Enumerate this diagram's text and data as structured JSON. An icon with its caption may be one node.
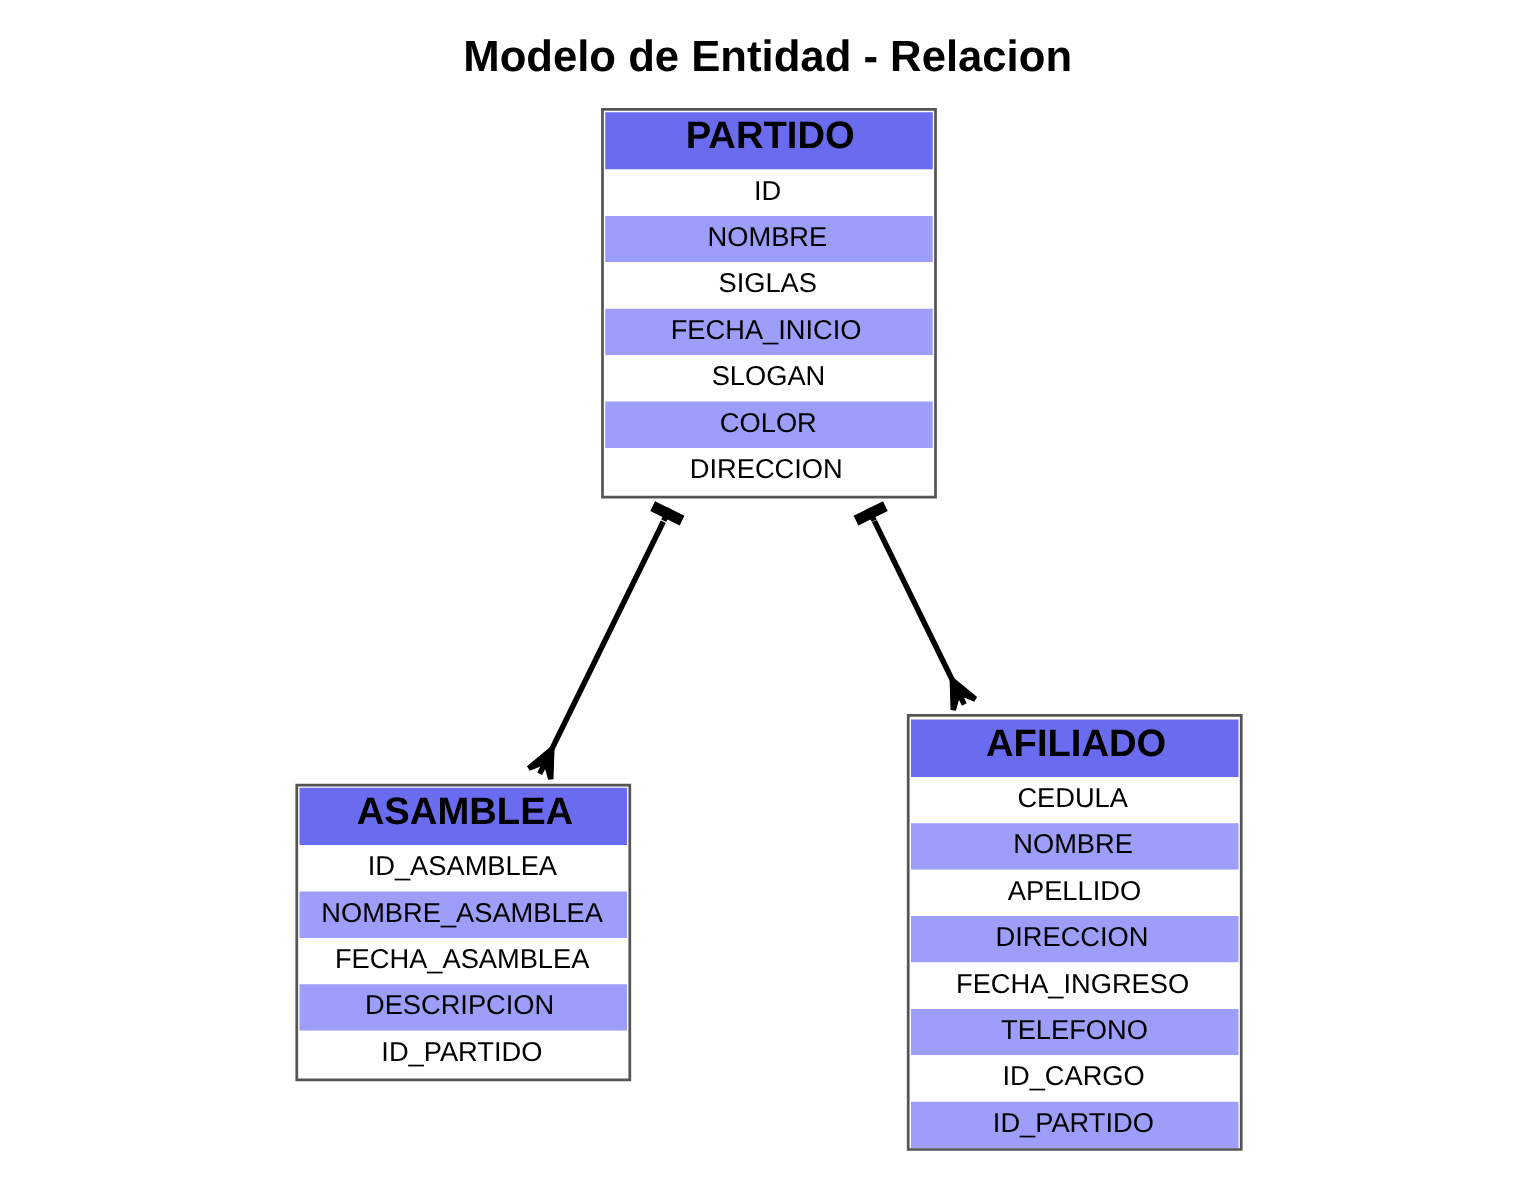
{
  "diagram": {
    "title": "Modelo de Entidad - Relacion",
    "nodes": [
      {
        "text": [
          "PARTIDO",
          "ID",
          "NOMBRE",
          "SIGLAS",
          "FECHA_INICIO",
          "SLOGAN",
          "COLOR",
          "DIRECCION"
        ]
      },
      {
        "text": [
          "ASAMBLEA",
          "ID_ASAMBLEA",
          "NOMBRE_ASAMBLEA",
          "FECHA_ASAMBLEA",
          "DESCRIPCION",
          "ID_PARTIDO"
        ]
      },
      {
        "text": [
          "AFILIADO",
          "CEDULA",
          "NOMBRE",
          "APELLIDO",
          "DIRECCION",
          "FECHA_INGRESO",
          "TELEFONO",
          "ID_CARGO",
          "ID_PARTIDO"
        ]
      }
    ],
    "edges": [
      {
        "from": 0,
        "to": 1,
        "arrow": "other"
      },
      {
        "from": 0,
        "to": 2,
        "arrow": "other"
      }
    ]
  }
}
